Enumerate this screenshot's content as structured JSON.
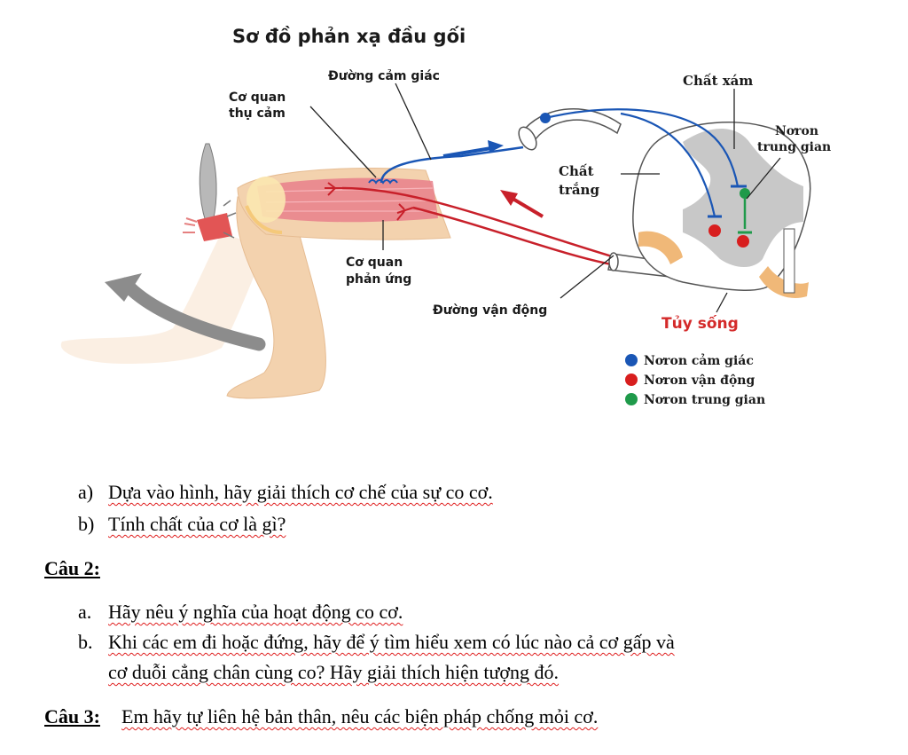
{
  "diagram": {
    "title": "Sơ đồ phản xạ đầu gối",
    "labels": {
      "co_quan_thu_cam_1": "Cơ quan",
      "co_quan_thu_cam_2": "thụ cảm",
      "duong_cam_giac": "Đường cảm giác",
      "chat_xam": "Chất xám",
      "noron_trung_gian_1": "Nơron",
      "noron_trung_gian_2": "trung gian",
      "chat_trang_1": "Chất",
      "chat_trang_2": "trắng",
      "co_quan_phan_ung_1": "Cơ quan",
      "co_quan_phan_ung_2": "phản ứng",
      "duong_van_dong": "Đường vận động",
      "tuy_song": "Tủy sống"
    },
    "legend": [
      {
        "label": "Nơron cảm giác",
        "color": "#1a56b5"
      },
      {
        "label": "Nơron vận động",
        "color": "#d81e1e"
      },
      {
        "label": "Nơron trung gian",
        "color": "#1f9a4a"
      }
    ]
  },
  "questions": {
    "q1": {
      "a_marker": "a)",
      "a_text": "Dựa vào hình, hãy giải thích cơ chế của sự co cơ.",
      "b_marker": "b)",
      "b_text": "Tính chất của cơ là gì?"
    },
    "q2": {
      "heading": "Câu 2:",
      "a_marker": "a.",
      "a_text": "Hãy nêu ý nghĩa của hoạt động co cơ.",
      "b_marker": "b.",
      "b_text_line1": "Khi các em đi hoặc đứng, hãy để ý tìm hiểu xem có lúc nào cả cơ gấp và",
      "b_text_line2": "cơ duỗi cẳng chân cùng co? Hãy giải thích hiện tượng đó."
    },
    "q3": {
      "heading": "Câu 3:",
      "text": "Em hãy tự liên hệ bản thân, nêu các biện pháp chống mỏi cơ."
    }
  }
}
